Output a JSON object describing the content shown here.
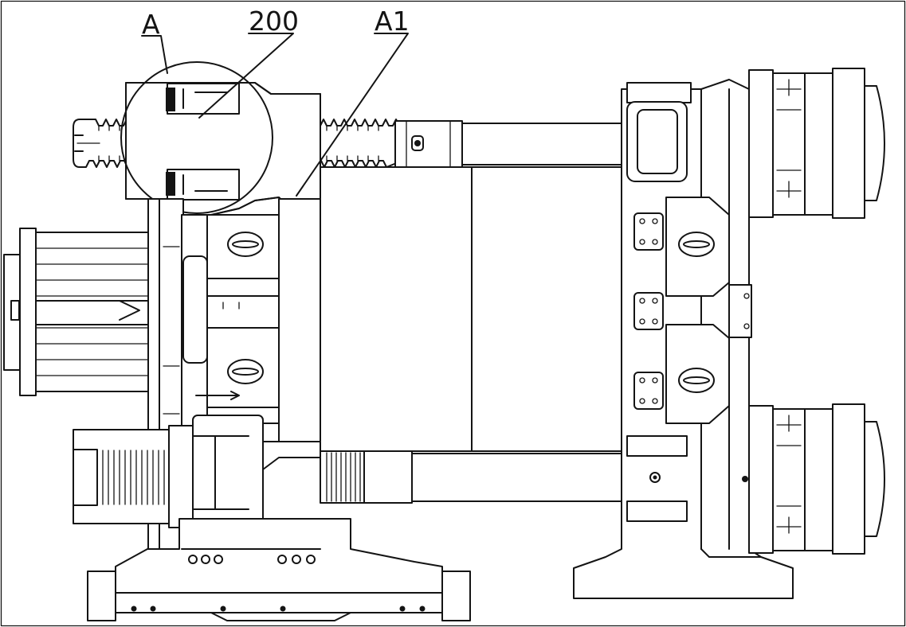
{
  "callouts": {
    "a": "A",
    "b": "200",
    "c": "A1"
  },
  "colors": {
    "line": "#141414",
    "background": "#ffffff"
  }
}
